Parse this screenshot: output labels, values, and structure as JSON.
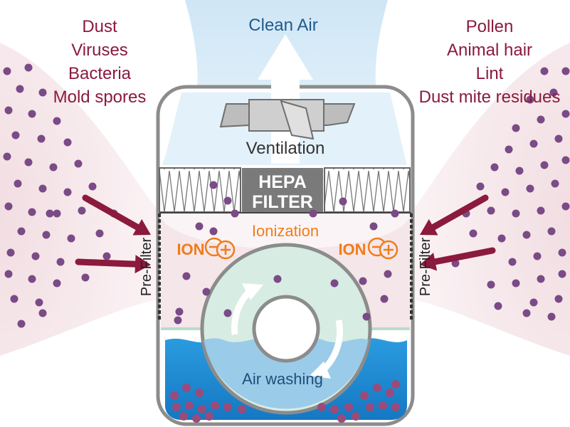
{
  "title": "Clean Air",
  "pollutants_left": [
    "Dust",
    "Viruses",
    "Bacteria",
    "Mold spores"
  ],
  "pollutants_right": [
    "Pollen",
    "Animal hair",
    "Lint",
    "Dust mite residues"
  ],
  "stages": {
    "ventilation": "Ventilation",
    "hepa_line1": "HEPA",
    "hepa_line2": "FILTER",
    "ionization": "Ionization",
    "ion_left": "ION",
    "ion_right": "ION",
    "prefilter_left": "Pre-Filter",
    "prefilter_right": "Pre-Filter",
    "air_washing": "Air washing"
  },
  "colors": {
    "pollutant_text": "#8b1a3d",
    "clean_air_text": "#1f5a8c",
    "ion_orange": "#ef7d1a",
    "particle": "#7a4b86",
    "arrow": "#8b1a3d",
    "water": "#1e90d8",
    "hepa_label_bg": "#7a7a7a"
  }
}
